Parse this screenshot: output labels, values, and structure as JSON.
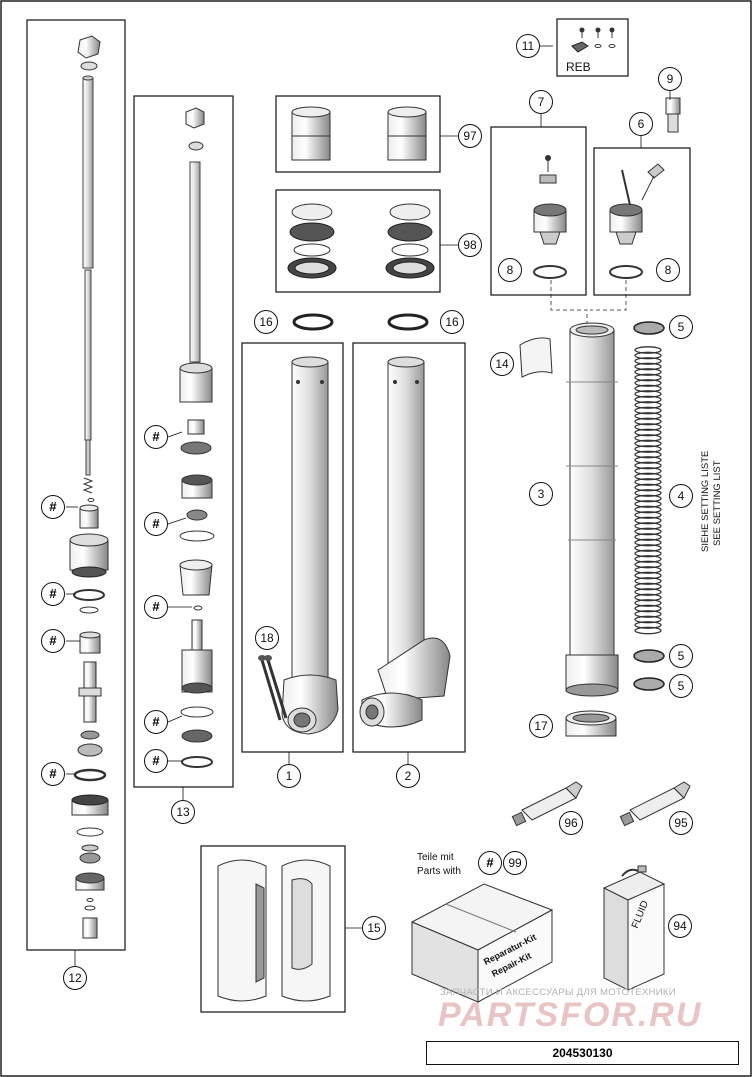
{
  "callouts": {
    "c1": "1",
    "c2": "2",
    "c3": "3",
    "c4": "4",
    "c5a": "5",
    "c5b": "5",
    "c5c": "5",
    "c6": "6",
    "c7": "7",
    "c8a": "8",
    "c8b": "8",
    "c9": "9",
    "c11": "11",
    "c12": "12",
    "c13": "13",
    "c14": "14",
    "c15": "15",
    "c16a": "16",
    "c16b": "16",
    "c17": "17",
    "c18": "18",
    "c94": "94",
    "c95": "95",
    "c96": "96",
    "c97": "97",
    "c98": "98",
    "c99": "99"
  },
  "hash_symbol": "#",
  "labels": {
    "reb": "REB",
    "setting_de": "SIEHE SETTING LISTE",
    "setting_en": "SEE SETTING LIST",
    "teile_mit": "Teile mit",
    "parts_with": "Parts with",
    "fluid": "FLUID",
    "repair_kit_de": "Reparatur-Kit",
    "repair_kit_en": "Repair-Kit"
  },
  "watermark": {
    "text": "ЗАПЧАСТИ И АКСЕССУАРЫ ДЛЯ МОТОТЕХНИКИ",
    "brand": "PARTSFOR.RU"
  },
  "part_number": "204530130"
}
